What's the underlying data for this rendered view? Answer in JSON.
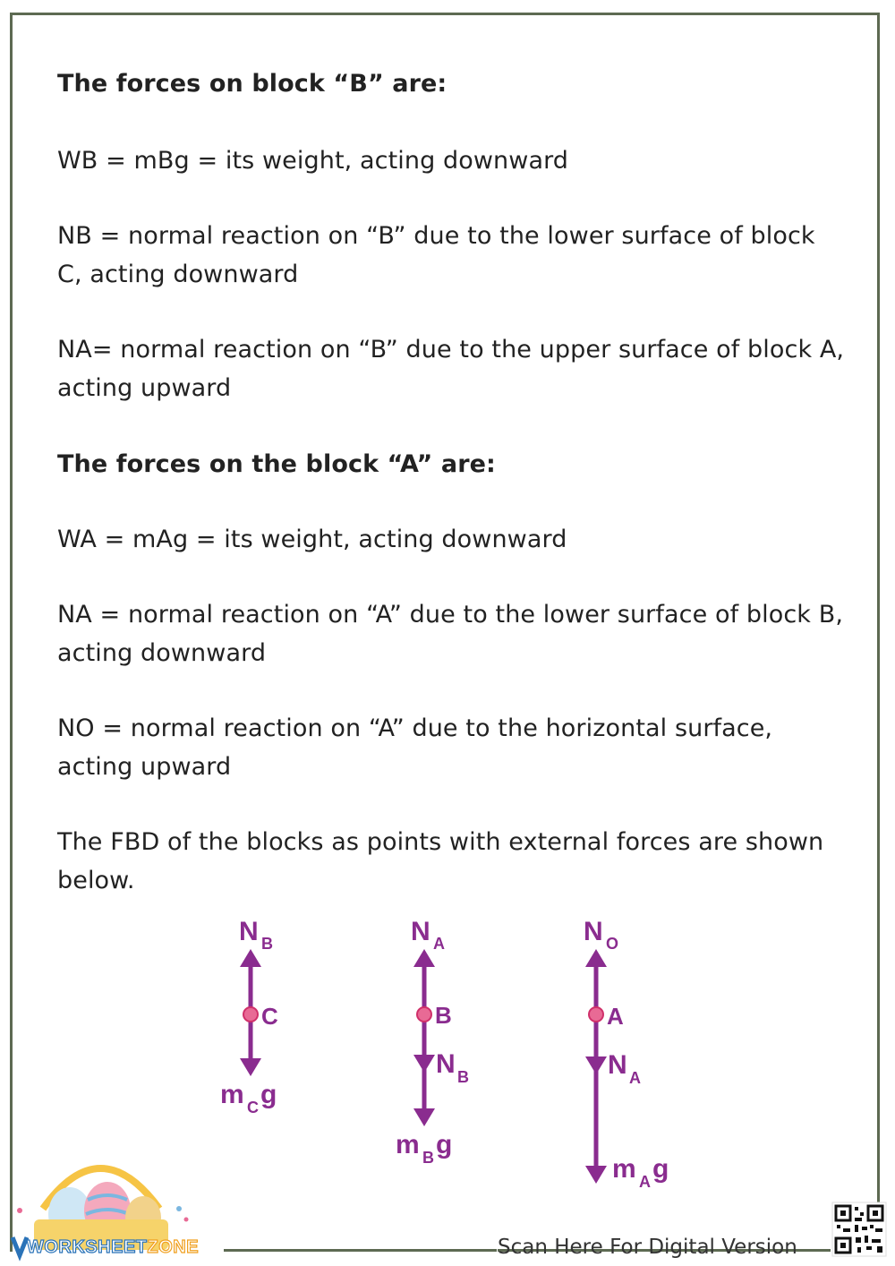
{
  "sections": [
    {
      "id": "forces_b_heading",
      "text": "The forces on block “B” are:",
      "bold": true
    },
    {
      "id": "wb",
      "text": "WB = mBg = its weight, acting downward"
    },
    {
      "id": "nb",
      "text": "NB = normal reaction on “B” due to the lower surface of block C, acting downward"
    },
    {
      "id": "na_b",
      "text": "NA= normal reaction on “B” due to the upper surface of block A, acting upward"
    },
    {
      "id": "forces_a_heading",
      "text": "The forces on the block “A” are:",
      "bold": true
    },
    {
      "id": "wa",
      "text": "WA = mAg = its weight, acting downward"
    },
    {
      "id": "na_a",
      "text": "NA = normal reaction on “A” due to the lower surface of block B, acting downward"
    },
    {
      "id": "no",
      "text": "NO = normal reaction on “A” due to the horizontal surface, acting upward"
    },
    {
      "id": "fbd_intro",
      "text": "The FBD of the blocks as points with external forces are shown below."
    }
  ],
  "diagram": {
    "color": "#8a2c8f",
    "point_color": "#e0457b",
    "fbd_c": {
      "point": "C",
      "up_main": "N",
      "up_sub": "B",
      "down_main1": "m",
      "down_sub": "C",
      "down_main2": "g"
    },
    "fbd_b": {
      "point": "B",
      "up_main": "N",
      "up_sub": "A",
      "mid_main": "N",
      "mid_sub": "B",
      "down_main1": "m",
      "down_sub": "B",
      "down_main2": "g"
    },
    "fbd_a": {
      "point": "A",
      "up_main": "N",
      "up_sub": "O",
      "mid_main": "N",
      "mid_sub": "A",
      "down_main1": "m",
      "down_sub": "A",
      "down_main2": "g"
    }
  },
  "footer": {
    "scan_text": "Scan Here For Digital Version",
    "logo_main": "WORKSHEET",
    "logo_zone": "ZONE"
  }
}
